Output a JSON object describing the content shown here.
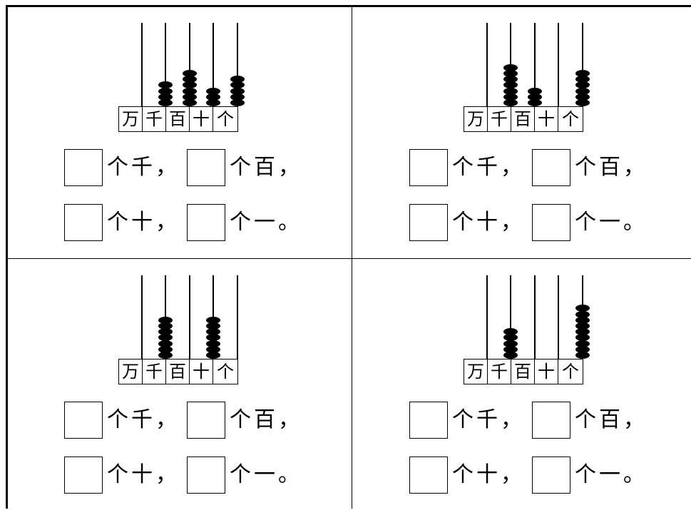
{
  "place_labels": [
    "万",
    "千",
    "百",
    "十",
    "个"
  ],
  "prompts": {
    "thousands": "个千，",
    "hundreds": "个百，",
    "tens": "个十，",
    "ones": "个一。"
  },
  "problems": [
    {
      "beads": {
        "万": 0,
        "千": 4,
        "百": 6,
        "十": 3,
        "个": 5
      }
    },
    {
      "beads": {
        "万": 0,
        "千": 7,
        "百": 3,
        "十": 0,
        "个": 6
      }
    },
    {
      "beads": {
        "万": 0,
        "千": 7,
        "百": 0,
        "十": 7,
        "个": 0
      }
    },
    {
      "beads": {
        "万": 0,
        "千": 5,
        "百": 0,
        "十": 0,
        "个": 9
      }
    }
  ]
}
